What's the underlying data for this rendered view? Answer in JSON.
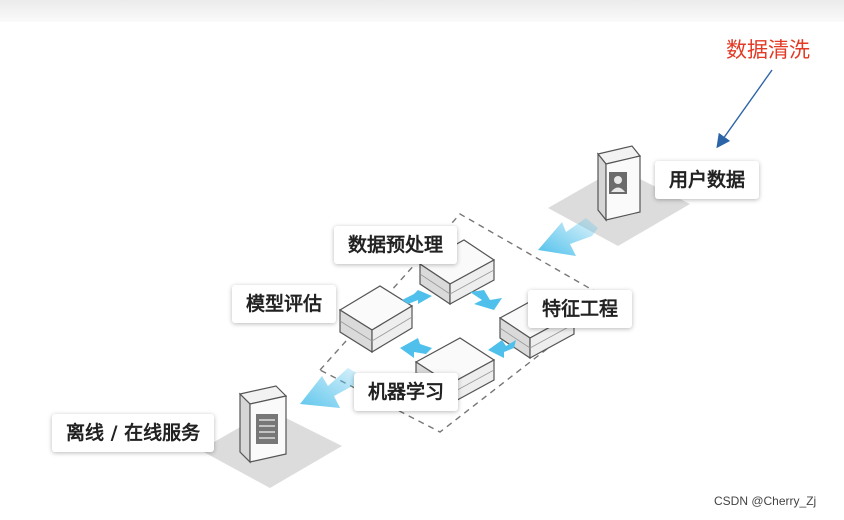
{
  "annotation": {
    "text": "数据清洗",
    "color": "#e23a25"
  },
  "nodes": {
    "user_data": "用户数据",
    "preprocess": "数据预处理",
    "feature_eng": "特征工程",
    "ml": "机器学习",
    "model_eval": "模型评估",
    "serving": "离线 / 在线服务"
  },
  "watermark": "CSDN @Cherry_Zj",
  "colors": {
    "arrow": "#4ec0eb",
    "platform": "#dcdcdc",
    "annotation_arrow": "#2c64a8"
  },
  "icons": [
    "user-card-icon",
    "server-icon"
  ]
}
